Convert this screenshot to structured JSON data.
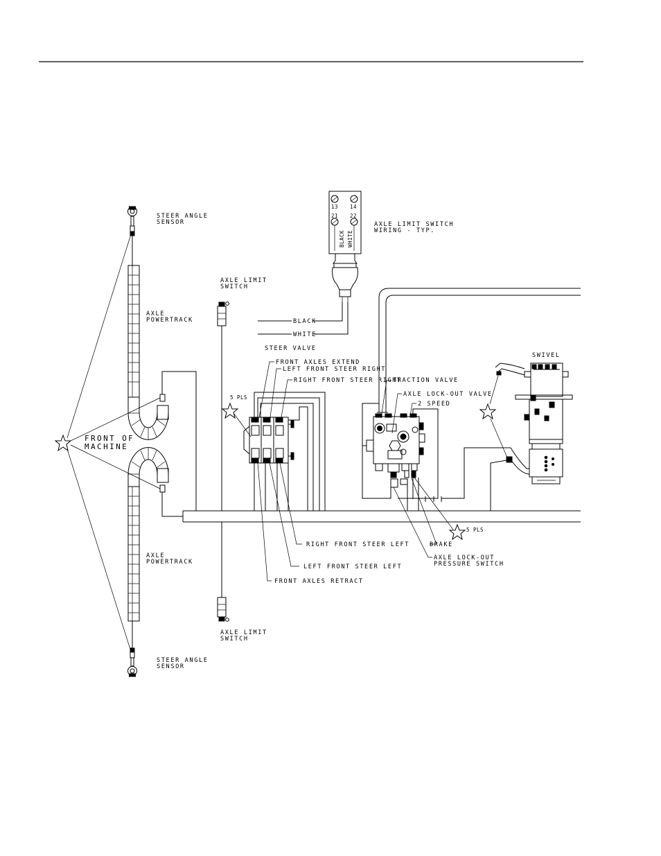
{
  "labels": {
    "steer_angle_sensor_top": [
      "STEER ANGLE",
      "SENSOR"
    ],
    "axle_powertrack_top": [
      "AXLE",
      "POWERTRACK"
    ],
    "axle_limit_switch_top": [
      "AXLE LIMIT",
      "SWITCH"
    ],
    "switch_terminals": [
      "13",
      "14",
      "21",
      "22"
    ],
    "switch_wires": [
      "BLACK",
      "WHITE"
    ],
    "axle_limit_switch_wiring": [
      "AXLE LIMIT SWITCH",
      "WIRING - TYP."
    ],
    "black": "BLACK",
    "white": "WHITE",
    "steer_valve": "STEER VALVE",
    "front_axles_extend": "FRONT AXLES EXTEND",
    "left_front_steer_right": "LEFT FRONT STEER RIGHT",
    "right_front_steer_right": "RIGHT FRONT STEER RIGHT",
    "traction_valve": "TRACTION VALVE",
    "axle_lock_out_valve": "AXLE LOCK-OUT VALVE",
    "two_speed": "2 SPEED",
    "swivel": "SWIVEL",
    "five_pls_left": "5 PLS",
    "front_of_machine": [
      "FRONT OF",
      "MACHINE"
    ],
    "five_pls_right": "5 PLS",
    "brake": "BRAKE",
    "axle_lock_out_pressure_switch": [
      "AXLE LOCK-OUT",
      "PRESSURE SWITCH"
    ],
    "right_front_steer_left": "RIGHT FRONT STEER LEFT",
    "left_front_steer_left": "LEFT FRONT STEER LEFT",
    "front_axles_retract": "FRONT AXLES RETRACT",
    "axle_powertrack_bottom": [
      "AXLE",
      "POWERTRACK"
    ],
    "axle_limit_switch_bottom": [
      "AXLE LIMIT",
      "SWITCH"
    ],
    "steer_angle_sensor_bottom": [
      "STEER ANGLE",
      "SENSOR"
    ]
  }
}
